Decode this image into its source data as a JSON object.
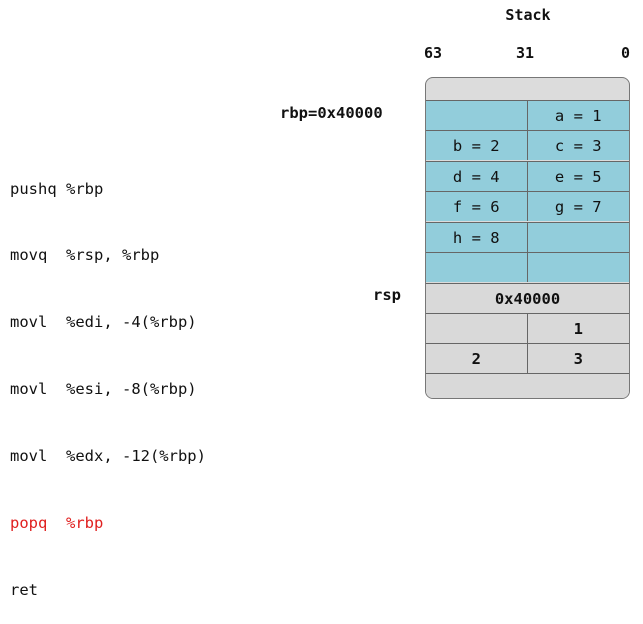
{
  "stack": {
    "title": "Stack",
    "bit_labels": {
      "high": "63",
      "mid": "31",
      "low": "0"
    },
    "rows": [
      {
        "high": "",
        "low": "a = 1",
        "fill": "blue"
      },
      {
        "high": "b = 2",
        "low": "c = 3",
        "fill": "blue"
      },
      {
        "high": "d = 4",
        "low": "e = 5",
        "fill": "blue"
      },
      {
        "high": "f = 6",
        "low": "g = 7",
        "fill": "blue"
      },
      {
        "high": "h = 8",
        "low": "",
        "fill": "blue"
      },
      {
        "high": "",
        "low": "",
        "fill": "blue"
      },
      {
        "full": "0x40000",
        "fill": "gray"
      },
      {
        "high": "",
        "low": "1",
        "fill": "gray"
      },
      {
        "high": "2",
        "low": "3",
        "fill": "gray"
      }
    ]
  },
  "registers": {
    "rbp_label": "rbp=0x40000",
    "rsp_label": "rsp"
  },
  "code": {
    "lines": [
      {
        "text": "pushq %rbp",
        "highlight": false
      },
      {
        "text": "movq  %rsp, %rbp",
        "highlight": false
      },
      {
        "text": "movl  %edi, -4(%rbp)",
        "highlight": false
      },
      {
        "text": "movl  %esi, -8(%rbp)",
        "highlight": false
      },
      {
        "text": "movl  %edx, -12(%rbp)",
        "highlight": false
      },
      {
        "text": "popq  %rbp",
        "highlight": true
      },
      {
        "text": "ret",
        "highlight": false
      }
    ]
  },
  "colors": {
    "frame_fill": "#92cddb",
    "caller_fill": "#d9d9d9",
    "highlight_text": "#e0201f"
  }
}
